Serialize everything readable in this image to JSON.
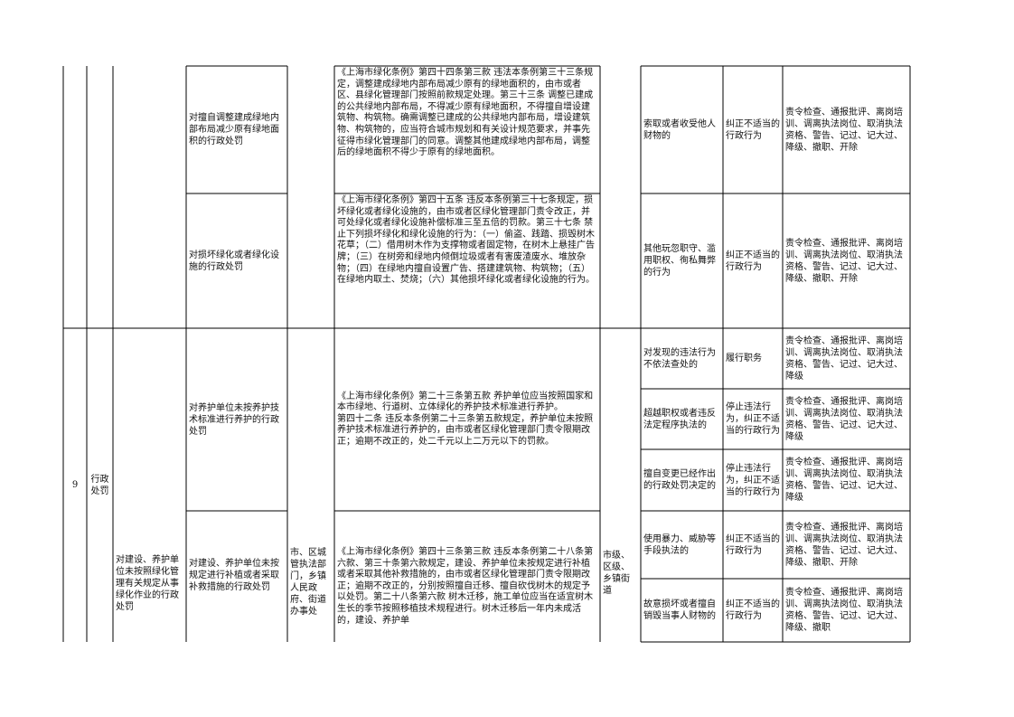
{
  "left_table": {
    "row_9": {
      "number": "9",
      "category": "行政处罚",
      "item": "对建设、养护单位未按照绿化管理有关规定从事绿化作业的行政处罚",
      "agency": "市、区城管执法部门，乡镇人民政府、街道办事处"
    },
    "sub_items": [
      {
        "name": "对擅自调整建成绿地内部布局减少原有绿地面积的行政处罚",
        "basis": "《上海市绿化条例》第四十四条第三款 违法本条例第三十三条规定，调整建成绿地内部布局减少原有的绿地面积的，由市或者区、县绿化管理部门按照前款规定处理。第三十三条 调整已建成的公共绿地内部布局，不得减少原有绿地面积，不得擅自增设建筑物、构筑物。确需调整已建成的公共绿地内部布局，增设建筑物、构筑物的，应当符合城市规划和有关设计规范要求，并事先征得市绿化管理部门的同意。调整其他建成绿地内部布局，调整后的绿地面积不得少于原有的绿地面积。"
      },
      {
        "name": "对损坏绿化或者绿化设施的行政处罚",
        "basis": "《上海市绿化条例》第四十五条 违反本条例第三十七条规定，损坏绿化或者绿化设施的，由市或者区绿化管理部门责令改正，并可处绿化或者绿化设施补偿标准三至五倍的罚款。第三十七条 禁止下列损坏绿化和绿化设施的行为：（一）偷盗、践踏、损毁树木花草；（二）借用树木作为支撑物或者固定物，在树木上悬挂广告牌；（三）在树旁和绿地内倾倒垃圾或者有害废渣废水、堆放杂物；（四）在绿地内擅自设置广告、搭建建筑物、构筑物；（五）在绿地内取土、焚烧；（六）其他损坏绿化或者绿化设施的行为。"
      },
      {
        "name": "对养护单位未按养护技术标准进行养护的行政处罚",
        "basis": "《上海市绿化条例》第二十三条第五款 养护单位应当按照国家和本市绿地、行道树、立体绿化的养护技术标准进行养护。\n第四十二条 违反本条例第二十三条第五款规定，养护单位未按照养护技术标准进行养护的，由市或者区绿化管理部门责令限期改正；逾期不改正的，处二千元以上二万元以下的罚款。"
      },
      {
        "name": "对建设、养护单位未按规定进行补植或者采取补救措施的行政处罚",
        "basis": "《上海市绿化条例》第四十三条第三款 违反本条例第二十八条第六款、第三十条第六款规定，建设、养护单位未按规定进行补植或者采取其他补救措施的，由市或者区绿化管理部门责令限期改正；逾期不改正的，分别按照擅自迁移、擅自砍伐树木的规定予以处罚。第二十八条第六款 树木迁移，施工单位应当在适宜树木生长的季节按照移植技术规程进行。树木迁移后一年内未成活的，建设、养护单"
      }
    ]
  },
  "right_table": {
    "top_rows": [
      {
        "situation": "索取或者收受他人财物的",
        "type": "纠正不适当的行政行为",
        "accountability": "责令检查、通报批评、离岗培训、调离执法岗位、取消执法资格、警告、记过、记大过、降级、撤职、开除"
      },
      {
        "situation": "其他玩忽职守、滥用职权、徇私舞弊的行为",
        "type": "纠正不适当的行政行为",
        "accountability": "责令检查、通报批评、离岗培训、调离执法岗位、取消执法资格、警告、记过、记大过、降级、撤职、开除"
      }
    ],
    "level": "市级、区级、乡镇街道",
    "bottom_rows": [
      {
        "situation": "对发现的违法行为不依法查处的",
        "type": "履行职务",
        "accountability": "责令检查、通报批评、离岗培训、调离执法岗位、取消执法资格、警告、记过、记大过、降级"
      },
      {
        "situation": "超越职权或者违反法定程序执法的",
        "type": "停止违法行为，纠正不适当的行政行为",
        "accountability": "责令检查、通报批评、离岗培训、调离执法岗位、取消执法资格、警告、记过、记大过、降级"
      },
      {
        "situation": "擅自变更已经作出的行政处罚决定的",
        "type": "停止违法行为，纠正不适当的行政行为",
        "accountability": "责令检查、通报批评、离岗培训、调离执法岗位、取消执法资格、警告、记过、记大过、降级"
      },
      {
        "situation": "使用暴力、威胁等手段执法的",
        "type": "纠正不适当的行政行为",
        "accountability": "责令检查、通报批评、离岗培训、调离执法岗位、取消执法资格、警告、记过、记大过、降级、撤职、开除"
      },
      {
        "situation": "故意损坏或者擅自销毁当事人财物的",
        "type": "纠正不适当的行政行为",
        "accountability": "责令检查、通报批评、离岗培训、调离执法岗位、取消执法资格、警告、记过、记大过、降级、撤职"
      }
    ]
  }
}
